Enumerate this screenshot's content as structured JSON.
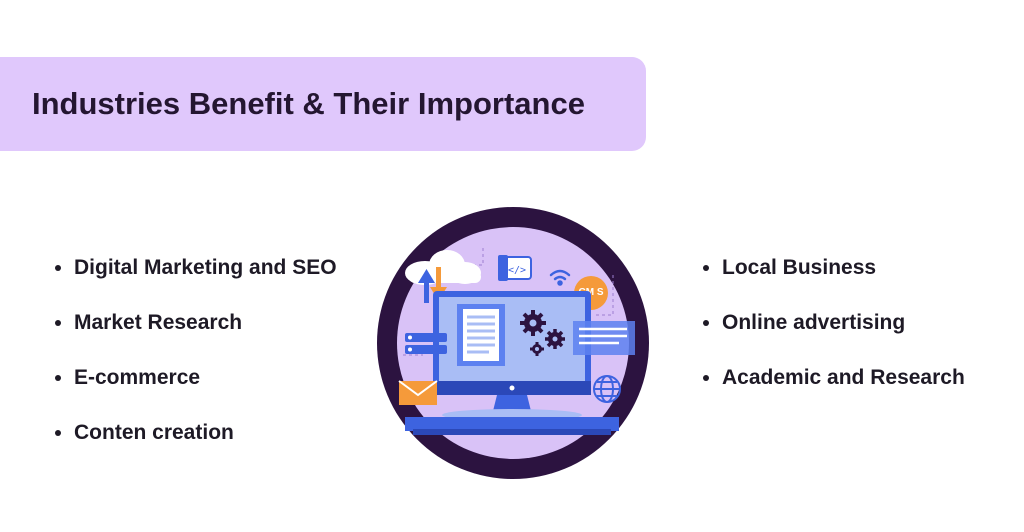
{
  "title": "Industries Benefit & Their Importance",
  "left_list": [
    "Digital Marketing and SEO",
    "Market Research",
    "E-commerce",
    "Conten creation"
  ],
  "right_list": [
    "Local Business",
    "Online advertising",
    "Academic and Research"
  ],
  "illustration": {
    "badge_text": "CM S",
    "code_icon_text": "</>",
    "colors": {
      "banner": "#e0c8fc",
      "circle_outer": "#2c1340",
      "circle_inner": "#d9c2f7",
      "accent_blue": "#3d63e0",
      "accent_orange": "#f59a3a"
    }
  }
}
